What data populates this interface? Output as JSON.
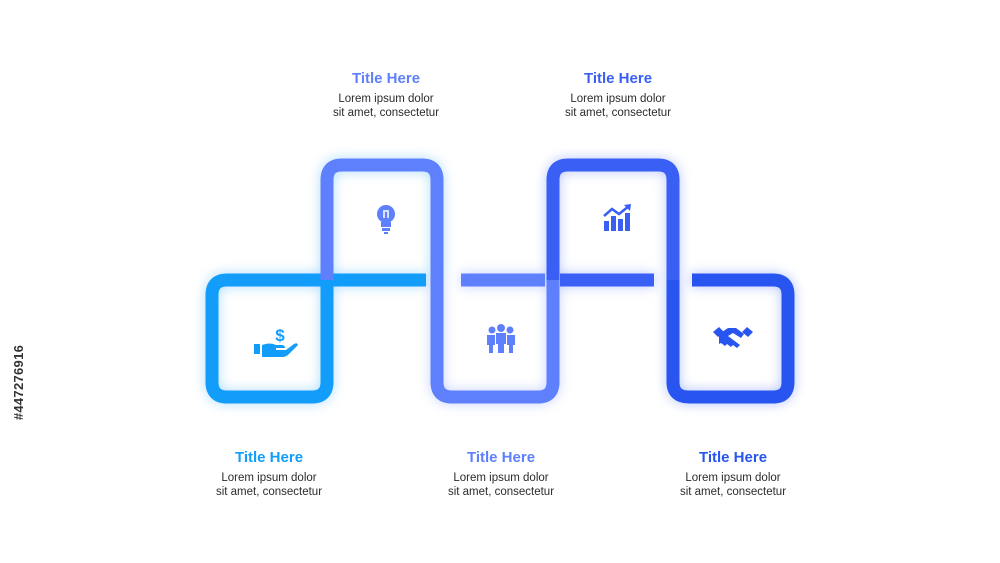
{
  "colors": {
    "step1": "#139dfa",
    "step2": "#5f80fc",
    "step3": "#5f80fc",
    "step4": "#3a5ff5",
    "step5": "#2855f0"
  },
  "steps": [
    {
      "title": "Title Here",
      "line1": "Lorem ipsum dolor",
      "line2": "sit amet, consectetur",
      "icon": "money-hand-icon"
    },
    {
      "title": "Title Here",
      "line1": "Lorem ipsum dolor",
      "line2": "sit amet, consectetur",
      "icon": "lightbulb-icon"
    },
    {
      "title": "Title Here",
      "line1": "Lorem ipsum dolor",
      "line2": "sit amet, consectetur",
      "icon": "team-icon"
    },
    {
      "title": "Title Here",
      "line1": "Lorem ipsum dolor",
      "line2": "sit amet, consectetur",
      "icon": "growth-chart-icon"
    },
    {
      "title": "Title Here",
      "line1": "Lorem ipsum dolor",
      "line2": "sit amet, consectetur",
      "icon": "handshake-icon"
    }
  ],
  "stock_id": "#447276916"
}
